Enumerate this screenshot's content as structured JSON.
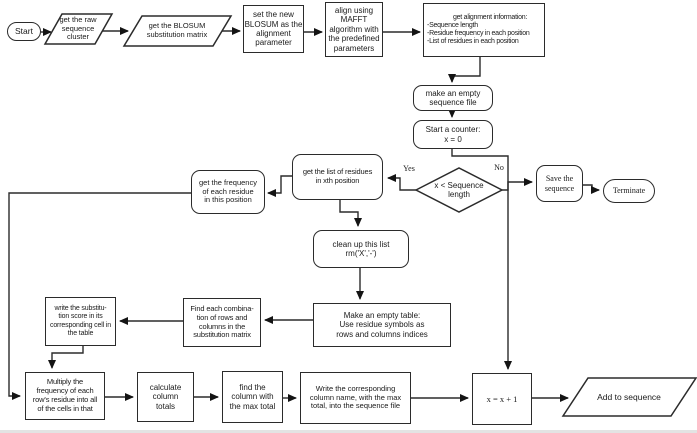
{
  "diagram": {
    "type": "flowchart",
    "nodes": {
      "start": {
        "label": "Start",
        "shape": "terminator"
      },
      "raw_cluster": {
        "label": "get the raw\nsequence\ncluster",
        "shape": "data"
      },
      "blosum_matrix": {
        "label": "get the BLOSUM\nsubstitution matrix",
        "shape": "data"
      },
      "set_blosum": {
        "label": "set the new\nBLOSUM as the\nalignment\nparameter",
        "shape": "process"
      },
      "align_mafft": {
        "label": "align using\nMAFFT\nalgorithm with\nthe predefined\nparameters",
        "shape": "process"
      },
      "alignment_info": {
        "label": "get alignment information:\n-Sequence length\n-Residue frequency in each position\n-List of residues in each position",
        "shape": "process"
      },
      "make_empty_file": {
        "label": "make an empty\nsequence file",
        "shape": "rounded-process"
      },
      "start_counter": {
        "label": "Start a counter:\nx = 0",
        "shape": "rounded-process"
      },
      "decision": {
        "label": "x < Sequence\nlength",
        "shape": "decision"
      },
      "save_sequence": {
        "label": "Save the\nsequence",
        "shape": "rounded-process"
      },
      "terminate": {
        "label": "Terminate",
        "shape": "terminator"
      },
      "get_list": {
        "label": "get the list of residues\nin xth position",
        "shape": "rounded-process"
      },
      "get_frequency": {
        "label": "get the frequency\nof each residue\nin this position",
        "shape": "rounded-process"
      },
      "clean_list": {
        "label": "clean up this list\nrm('X','-')",
        "shape": "rounded-process"
      },
      "empty_table": {
        "label": "Make an empty table:\nUse residue symbols as\nrows and columns indices",
        "shape": "process"
      },
      "find_combination": {
        "label": "Find each combina-\ntion of rows and\ncolumns in the\nsubstitution matrix",
        "shape": "process"
      },
      "write_score": {
        "label": "write the substitu-\ntion score in its\ncorresponding cell in\nthe table",
        "shape": "process"
      },
      "multiply_frequency": {
        "label": "Multiply the\nfrequency of each\nrow's residue into all\nof the cells in that",
        "shape": "process"
      },
      "calculate_totals": {
        "label": "calculate\ncolumn\ntotals",
        "shape": "process"
      },
      "find_max_column": {
        "label": "find the\ncolumn with\nthe max total",
        "shape": "process"
      },
      "write_column_name": {
        "label": "Write the corresponding\ncolumn name, with the max\ntotal, into the sequence file",
        "shape": "process"
      },
      "increment": {
        "label": "x = x + 1",
        "shape": "process"
      },
      "add_to_sequence": {
        "label": "Add to sequence",
        "shape": "data"
      }
    },
    "edge_labels": {
      "yes": "Yes",
      "no": "No"
    },
    "colors": {
      "line": "#2b2b2b",
      "border": "#2b2b2b",
      "text": "#1a1a1a",
      "background": "#ffffff"
    }
  }
}
